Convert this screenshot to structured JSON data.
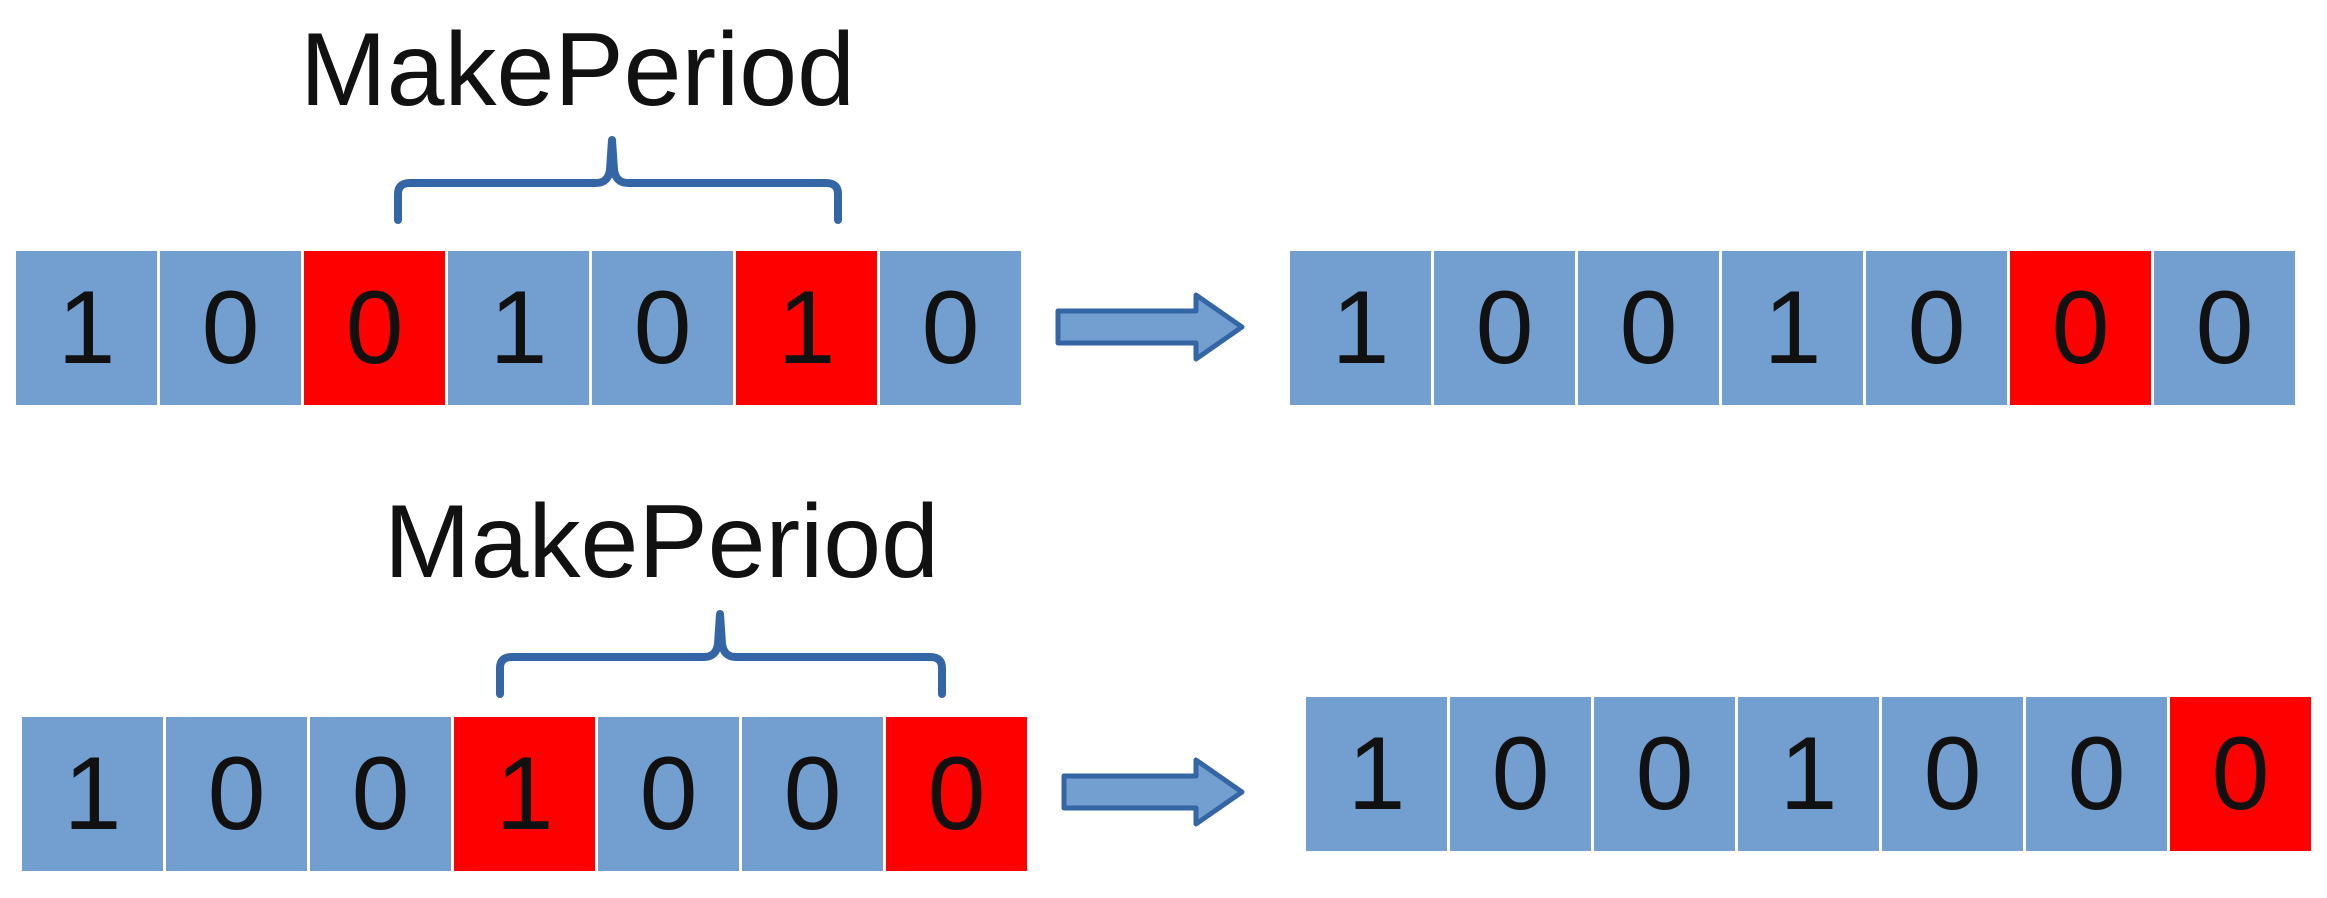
{
  "colors": {
    "cell_default": "#729fcf",
    "cell_highlight": "#ff0000",
    "bracket": "#3465a4",
    "arrow_fill": "#729fcf",
    "arrow_stroke": "#3465a4"
  },
  "rows": [
    {
      "label": "MakePeriod",
      "input": [
        {
          "value": "1",
          "highlight": false
        },
        {
          "value": "0",
          "highlight": false
        },
        {
          "value": "0",
          "highlight": true
        },
        {
          "value": "1",
          "highlight": false
        },
        {
          "value": "0",
          "highlight": false
        },
        {
          "value": "1",
          "highlight": true
        },
        {
          "value": "0",
          "highlight": false
        }
      ],
      "output": [
        {
          "value": "1",
          "highlight": false
        },
        {
          "value": "0",
          "highlight": false
        },
        {
          "value": "0",
          "highlight": false
        },
        {
          "value": "1",
          "highlight": false
        },
        {
          "value": "0",
          "highlight": false
        },
        {
          "value": "0",
          "highlight": true
        },
        {
          "value": "0",
          "highlight": false
        }
      ]
    },
    {
      "label": "MakePeriod",
      "input": [
        {
          "value": "1",
          "highlight": false
        },
        {
          "value": "0",
          "highlight": false
        },
        {
          "value": "0",
          "highlight": false
        },
        {
          "value": "1",
          "highlight": true
        },
        {
          "value": "0",
          "highlight": false
        },
        {
          "value": "0",
          "highlight": false
        },
        {
          "value": "0",
          "highlight": true
        }
      ],
      "output": [
        {
          "value": "1",
          "highlight": false
        },
        {
          "value": "0",
          "highlight": false
        },
        {
          "value": "0",
          "highlight": false
        },
        {
          "value": "1",
          "highlight": false
        },
        {
          "value": "0",
          "highlight": false
        },
        {
          "value": "0",
          "highlight": false
        },
        {
          "value": "0",
          "highlight": true
        }
      ]
    }
  ]
}
